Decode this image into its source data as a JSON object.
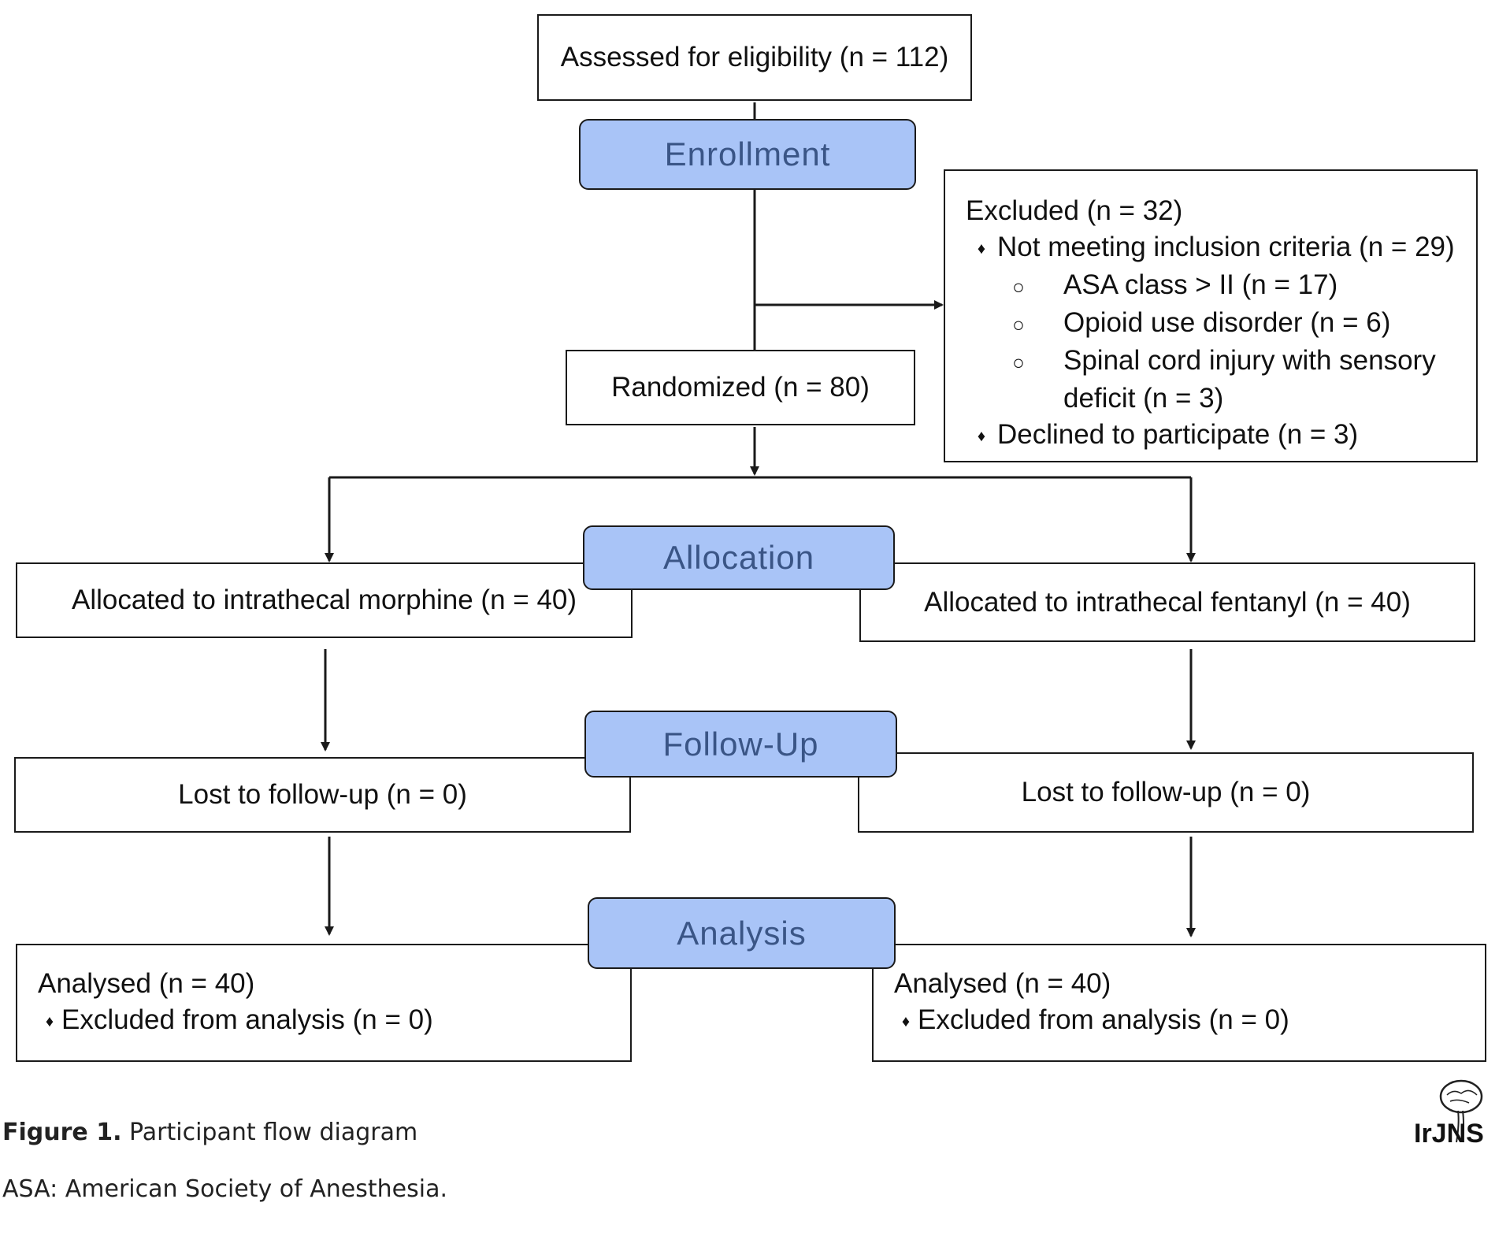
{
  "colors": {
    "stage_fill": "#a9c4f7",
    "stage_text": "#3a5586",
    "line": "#1a1a1a"
  },
  "stages": {
    "enrollment": "Enrollment",
    "allocation": "Allocation",
    "follow_up": "Follow-Up",
    "analysis": "Analysis"
  },
  "assessed": "Assessed for eligibility (n = 112)",
  "excluded": {
    "title": "Excluded (n = 32)",
    "bullet_marker": "♦",
    "sub_marker": "○",
    "not_meeting": "Not meeting inclusion criteria (n = 29)",
    "sub_items": [
      "ASA class > II (n = 17)",
      "Opioid use disorder (n = 6)",
      "Spinal cord injury with sensory",
      "deficit (n = 3)"
    ],
    "declined": "Declined to participate (n = 3)"
  },
  "randomized": "Randomized (n = 80)",
  "arms": {
    "left": {
      "allocated": "Allocated to intrathecal morphine (n = 40)",
      "lost": "Lost to follow-up (n = 0)",
      "analysed": "Analysed  (n = 40)",
      "excluded_analysis": "Excluded from analysis (n = 0)"
    },
    "right": {
      "allocated": "Allocated to intrathecal fentanyl (n = 40)",
      "lost": "Lost to follow-up (n = 0)",
      "analysed": "Analysed  (n = 40)",
      "excluded_analysis": "Excluded from analysis (n = 0)"
    }
  },
  "caption": {
    "figure_label": "Figure 1.",
    "figure_title": "Participant flow diagram",
    "note": "ASA: American Society of Anesthesia."
  },
  "logo_text": "IrJNS"
}
